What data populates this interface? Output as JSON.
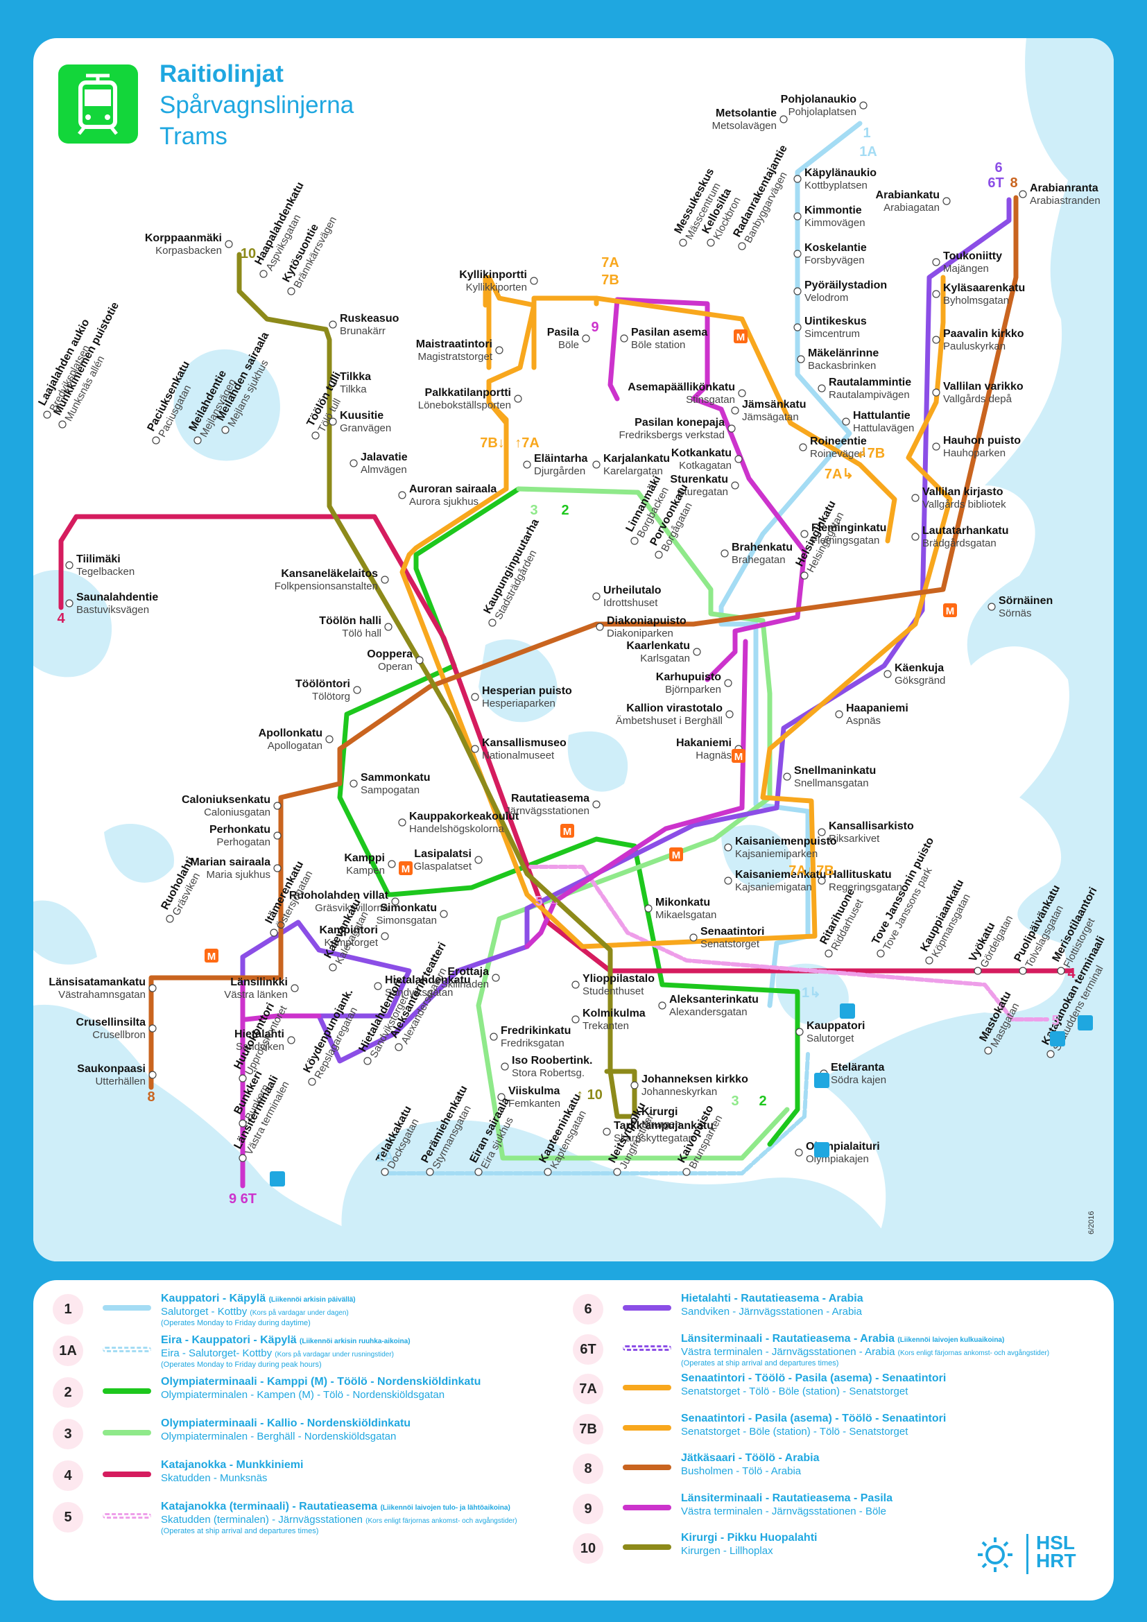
{
  "title": {
    "fi": "Raitiolinjat",
    "sv": "Spårvagnslinjerna",
    "en": "Trams"
  },
  "date": "6/2016",
  "colors": {
    "background": "#1fa7e0",
    "water": "#cfeef9",
    "line_1": "#a4dcf4",
    "line_2": "#1dc71d",
    "line_3": "#8fe98a",
    "line_4": "#d51c5e",
    "line_5": "#ee9ee9",
    "line_6": "#8b4ee6",
    "line_7": "#f8a71d",
    "line_8": "#c9641f",
    "line_9": "#cc33cc",
    "line_10": "#8d8a1a"
  },
  "icons": [
    "tram-icon",
    "metro-icon",
    "ferry-icon",
    "hsl-logo"
  ],
  "stops": [
    {
      "fi": "Pohjolanaukio",
      "sv": "Pohjolaplatsen"
    },
    {
      "fi": "Metsolantie",
      "sv": "Metsolavägen"
    },
    {
      "fi": "Käpylänaukio",
      "sv": "Kottbyplatsen"
    },
    {
      "fi": "Kimmontie",
      "sv": "Kimmovägen"
    },
    {
      "fi": "Koskelantie",
      "sv": "Forsbyvägen"
    },
    {
      "fi": "Pyöräilystadion",
      "sv": "Velodrom"
    },
    {
      "fi": "Uintikeskus",
      "sv": "Simcentrum"
    },
    {
      "fi": "Mäkelänrinne",
      "sv": "Backasbrinken"
    },
    {
      "fi": "Rautalammintie",
      "sv": "Rautalampivägen"
    },
    {
      "fi": "Hattulantie",
      "sv": "Hattulavägen"
    },
    {
      "fi": "Roineentie",
      "sv": "Roinevägen"
    },
    {
      "fi": "Arabiankatu",
      "sv": "Arabiagatan"
    },
    {
      "fi": "Arabianranta",
      "sv": "Arabiastranden"
    },
    {
      "fi": "Toukoniitty",
      "sv": "Majängen"
    },
    {
      "fi": "Kyläsaarenkatu",
      "sv": "Byholmsgatan"
    },
    {
      "fi": "Paavalin kirkko",
      "sv": "Pauluskyrkan"
    },
    {
      "fi": "Vallilan varikko",
      "sv": "Vallgårds depå"
    },
    {
      "fi": "Hauhon puisto",
      "sv": "Hauhoparken"
    },
    {
      "fi": "Vallilan kirjasto",
      "sv": "Vallgårds bibliotek"
    },
    {
      "fi": "Lautatarhankatu",
      "sv": "Brädgårdsgatan"
    },
    {
      "fi": "Sörnäinen",
      "sv": "Sörnäs"
    },
    {
      "fi": "Käenkuja",
      "sv": "Göksgränd"
    },
    {
      "fi": "Haapaniemi",
      "sv": "Aspnäs"
    },
    {
      "fi": "Messukeskus",
      "sv": "Mässcentrum"
    },
    {
      "fi": "Kellosilta",
      "sv": "Klockbron"
    },
    {
      "fi": "Radanrakentajantie",
      "sv": "Banbyggarvägen"
    },
    {
      "fi": "Pasila",
      "sv": "Böle"
    },
    {
      "fi": "Pasilan asema",
      "sv": "Böle station"
    },
    {
      "fi": "Asemapäällikönkatu",
      "sv": "Stinsgatan"
    },
    {
      "fi": "Kyllikinportti",
      "sv": "Kyllikkiporten"
    },
    {
      "fi": "Maistraatintori",
      "sv": "Magistratstorget"
    },
    {
      "fi": "Palkkatilanportti",
      "sv": "Lönebokställsporten"
    },
    {
      "fi": "Jämsänkatu",
      "sv": "Jämsägatan"
    },
    {
      "fi": "Pasilan konepaja",
      "sv": "Fredriksbergs verkstad"
    },
    {
      "fi": "Kotkankatu",
      "sv": "Kotkagatan"
    },
    {
      "fi": "Sturenkatu",
      "sv": "Sturegatan"
    },
    {
      "fi": "Fleminginkatu",
      "sv": "Flemingsgatan"
    },
    {
      "fi": "Brahenkatu",
      "sv": "Brahegatan"
    },
    {
      "fi": "Helsinginkatu",
      "sv": "Helsingegatan"
    },
    {
      "fi": "Eläintarha",
      "sv": "Djurgården"
    },
    {
      "fi": "Karjalankatu",
      "sv": "Karelargatan"
    },
    {
      "fi": "Linnanmäki",
      "sv": "Borgbacken"
    },
    {
      "fi": "Porvoonkatu",
      "sv": "Borgågatan"
    },
    {
      "fi": "Urheilutalo",
      "sv": "Idrottshuset"
    },
    {
      "fi": "Diakoniapuisto",
      "sv": "Diakoniparken"
    },
    {
      "fi": "Kaarlenkatu",
      "sv": "Karlsgatan"
    },
    {
      "fi": "Karhupuisto",
      "sv": "Björnparken"
    },
    {
      "fi": "Kallion virastotalo",
      "sv": "Ämbetshuset i Berghäll"
    },
    {
      "fi": "Hakaniemi",
      "sv": "Hagnäs"
    },
    {
      "fi": "Snellmaninkatu",
      "sv": "Snellmansgatan"
    },
    {
      "fi": "Kansallisarkisto",
      "sv": "Riksarkivet"
    },
    {
      "fi": "Hallituskatu",
      "sv": "Regeringsgatan"
    },
    {
      "fi": "Korppaanmäki",
      "sv": "Korpasbacken"
    },
    {
      "fi": "Haapalahdenkatu",
      "sv": "Aspviksgatan"
    },
    {
      "fi": "Kytösuontie",
      "sv": "Brännkärrsvägen"
    },
    {
      "fi": "Ruskeasuo",
      "sv": "Brunakärr"
    },
    {
      "fi": "Tilkka",
      "sv": "Tilkka"
    },
    {
      "fi": "Kuusitie",
      "sv": "Granvägen"
    },
    {
      "fi": "Jalavatie",
      "sv": "Almvägen"
    },
    {
      "fi": "Auroran sairaala",
      "sv": "Aurora sjukhus"
    },
    {
      "fi": "Munkkiniemen puistotie",
      "sv": "Munksnäs allén"
    },
    {
      "fi": "Paciuksenkatu",
      "sv": "Paciusgatan"
    },
    {
      "fi": "Meilahdentie",
      "sv": "Mejlansvägen"
    },
    {
      "fi": "Meilahden sairaala",
      "sv": "Mejlans sjukhus"
    },
    {
      "fi": "Töölön tulli",
      "sv": "Tölö tull"
    },
    {
      "fi": "Laajalahden aukio",
      "sv": "Bredviksplatsen"
    },
    {
      "fi": "Tiilimäki",
      "sv": "Tegelbacken"
    },
    {
      "fi": "Saunalahdentie",
      "sv": "Bastuviksvägen"
    },
    {
      "fi": "Kansaneläkelaitos",
      "sv": "Folkpensionsanstalten"
    },
    {
      "fi": "Töölön halli",
      "sv": "Tölö hall"
    },
    {
      "fi": "Kaupunginpuutarha",
      "sv": "Stadsträdgården"
    },
    {
      "fi": "Oopperа",
      "sv": "Operan"
    },
    {
      "fi": "Töölöntori",
      "sv": "Tölötorg"
    },
    {
      "fi": "Hesperian puisto",
      "sv": "Hesperiaparken"
    },
    {
      "fi": "Apollonkatu",
      "sv": "Apollogatan"
    },
    {
      "fi": "Kansallismuseo",
      "sv": "Nationalmuseet"
    },
    {
      "fi": "Sammonkatu",
      "sv": "Sampogatan"
    },
    {
      "fi": "Kauppakorkeakoulut",
      "sv": "Handelshögskolorna"
    },
    {
      "fi": "Caloniuksenkatu",
      "sv": "Caloniusgatan"
    },
    {
      "fi": "Perhonkatu",
      "sv": "Perhogatan"
    },
    {
      "fi": "Marian sairaala",
      "sv": "Maria sjukhus"
    },
    {
      "fi": "Kamppi",
      "sv": "Kampen"
    },
    {
      "fi": "Lasipalatsi",
      "sv": "Glaspalatset"
    },
    {
      "fi": "Rautatieasema",
      "sv": "Järnvägsstationen"
    },
    {
      "fi": "Kaisaniemenpuisto",
      "sv": "Kajsaniemiparken"
    },
    {
      "fi": "Kaisaniemenkatu",
      "sv": "Kajsaniemigatan"
    },
    {
      "fi": "Mikonkatu",
      "sv": "Mikaelsgatan"
    },
    {
      "fi": "Senaatintori",
      "sv": "Senatstorget"
    },
    {
      "fi": "Ruoholahden villat",
      "sv": "Gräsviksvillorna"
    },
    {
      "fi": "Simonkatu",
      "sv": "Simonsgatan"
    },
    {
      "fi": "Kampintori",
      "sv": "Kamptorget"
    },
    {
      "fi": "Ruoholahti",
      "sv": "Gräsviken"
    },
    {
      "fi": "Itämerenkatu",
      "sv": "Östersjögatan"
    },
    {
      "fi": "Länsisatamankatu",
      "sv": "Västrahamnsgatan"
    },
    {
      "fi": "Crusellinsilta",
      "sv": "Crusellbron"
    },
    {
      "fi": "Saukonpaasi",
      "sv": "Utterhällen"
    },
    {
      "fi": "Länsilinkki",
      "sv": "Västra länken"
    },
    {
      "fi": "Kalevankatu",
      "sv": "Kalevagatan"
    },
    {
      "fi": "Hietalahdenkatu",
      "sv": "Sandviksgatan"
    },
    {
      "fi": "Hietalahti",
      "sv": "Sandviken"
    },
    {
      "fi": "Erottaja",
      "sv": "Skillnaden"
    },
    {
      "fi": "Ylioppilastalo",
      "sv": "Studenthuset"
    },
    {
      "fi": "Aleksanterinkatu",
      "sv": "Alexandersgatan"
    },
    {
      "fi": "Kolmikulma",
      "sv": "Trekanten"
    },
    {
      "fi": "Fredrikinkatu",
      "sv": "Fredriksgatan"
    },
    {
      "fi": "Iso Roobertink.",
      "sv": "Stora Robertsg."
    },
    {
      "fi": "Johanneksen kirkko",
      "sv": "Johanneskyrkan"
    },
    {
      "fi": "Kirurgi",
      "sv": "Kirurgen"
    },
    {
      "fi": "Viiskulma",
      "sv": "Femkanten"
    },
    {
      "fi": "Tarkk'ampujankatu",
      "sv": "Skarpskyttegatan"
    },
    {
      "fi": "Kauppatori",
      "sv": "Salutorget"
    },
    {
      "fi": "Eteläranta",
      "sv": "Södra kajen"
    },
    {
      "fi": "Olympialaituri",
      "sv": "Olympiakajen"
    },
    {
      "fi": "Huutokonttori",
      "sv": "Uppropskontoret"
    },
    {
      "fi": "Bunkkeri",
      "sv": "Bunkern"
    },
    {
      "fi": "Länsiterminaali",
      "sv": "Västra terminalen"
    },
    {
      "fi": "Köydenpunojank.",
      "sv": "Repslagaregatan"
    },
    {
      "fi": "Hietalahdentori",
      "sv": "Sandvikstorget"
    },
    {
      "fi": "Aleksanterin teatteri",
      "sv": "Alexandersteatern"
    },
    {
      "fi": "Telakkakatu",
      "sv": "Docksgatan"
    },
    {
      "fi": "Perämiehenkatu",
      "sv": "Styrmansgatan"
    },
    {
      "fi": "Eiran sairaala",
      "sv": "Eira sjukhus"
    },
    {
      "fi": "Kapteeninkatu",
      "sv": "Kaptensgatan"
    },
    {
      "fi": "Neitsytpolku",
      "sv": "Jungfrustigen"
    },
    {
      "fi": "Kaivopuisto",
      "sv": "Brunsparken"
    },
    {
      "fi": "Ritarihuone",
      "sv": "Riddarhuset"
    },
    {
      "fi": "Tove Janssonin puisto",
      "sv": "Tove Janssons park"
    },
    {
      "fi": "Kauppiaankatu",
      "sv": "Köpmansgatan"
    },
    {
      "fi": "Vyökatu",
      "sv": "Gördelgatan"
    },
    {
      "fi": "Puolipäivänkatu",
      "sv": "Tolvslagsgatan"
    },
    {
      "fi": "Merisotilaantori",
      "sv": "Flottistorget"
    },
    {
      "fi": "Mastokatu",
      "sv": "Mastgatan"
    },
    {
      "fi": "Katajanokan terminaali",
      "sv": "Skatuddens terminal"
    }
  ],
  "map_labels": {
    "l1": "1",
    "l1A": "1A",
    "l6": "6",
    "l6T": "6T",
    "l8": "8",
    "l10": "10",
    "l4": "4",
    "l5": "5",
    "l9": "9",
    "l7A": "7A",
    "l7B": "7B",
    "arrow7B": "7B↓",
    "arrow7A": "↑7A",
    "arrow7B2": "↲7B",
    "arrow7A2": "7A↳",
    "arrow7A3": "7A↓",
    "arrow7B3": "↑7B",
    "arrow1": "1↳",
    "arrow10": "↑\n10",
    "arrow5": "5 →",
    "b3": "3",
    "b2": "2",
    "b3b": "3",
    "b2b": "2",
    "l8b": "8",
    "l4b": "4",
    "l96T": "9 6T",
    "l1Ab": "1A"
  },
  "legend": [
    {
      "num": "1",
      "color": "#a4dcf4",
      "dashed": false,
      "route": "Kauppatori - Käpylä",
      "note": "(Liikennöi arkisin päivällä)",
      "route_sv": "Salutorget - Kottby",
      "note_sv": "(Kors på vardagar under dagen)",
      "note_en": "(Operates Monday to Friday during daytime)"
    },
    {
      "num": "1A",
      "color": "#a4dcf4",
      "dashed": true,
      "route": "Eira - Kauppatori - Käpylä",
      "note": "(Liikennöi arkisin ruuhka-aikoina)",
      "route_sv": "Eira - Salutorget- Kottby",
      "note_sv": "(Kors på vardagar under rusningstider)",
      "note_en": "(Operates Monday to Friday during peak hours)"
    },
    {
      "num": "2",
      "color": "#1dc71d",
      "dashed": false,
      "route": "Olympiaterminaali - Kamppi (M) - Töölö - Nordenskiöldinkatu",
      "note": "",
      "route_sv": "Olympiaterminalen - Kampen (M) - Tölö - Nordenskiöldsgatan",
      "note_sv": "",
      "note_en": ""
    },
    {
      "num": "3",
      "color": "#8fe98a",
      "dashed": false,
      "route": "Olympiaterminaali - Kallio - Nordenskiöldinkatu",
      "note": "",
      "route_sv": "Olympiaterminalen - Berghäll - Nordenskiöldsgatan",
      "note_sv": "",
      "note_en": ""
    },
    {
      "num": "4",
      "color": "#d51c5e",
      "dashed": false,
      "route": "Katajanokka - Munkkiniemi",
      "note": "",
      "route_sv": "Skatudden - Munksnäs",
      "note_sv": "",
      "note_en": ""
    },
    {
      "num": "5",
      "color": "#ee9ee9",
      "dashed": true,
      "route": "Katajanokka (terminaali) - Rautatieasema",
      "note": "(Liikennöi laivojen tulo- ja lähtöaikoina)",
      "route_sv": "Skatudden (terminalen) - Järnvägsstationen",
      "note_sv": "(Kors enligt färjornas ankomst- och avgångstider)",
      "note_en": "(Operates at ship arrival and departures times)"
    },
    {
      "num": "6",
      "color": "#8b4ee6",
      "dashed": false,
      "route": "Hietalahti - Rautatieasema - Arabia",
      "note": "",
      "route_sv": "Sandviken - Järnvägsstationen - Arabia",
      "note_sv": "",
      "note_en": ""
    },
    {
      "num": "6T",
      "color": "#8b4ee6",
      "dashed": true,
      "route": "Länsiterminaali  - Rautatieasema - Arabia",
      "note": "(Liikennöi laivojen kulkuaikoina)",
      "route_sv": "Västra terminalen - Järnvägsstationen - Arabia",
      "note_sv": "(Kors enligt färjornas ankomst- och avgångstider)",
      "note_en": "(Operates at ship arrival and departures times)"
    },
    {
      "num": "7A",
      "color": "#f8a71d",
      "dashed": false,
      "route": "Senaatintori - Töölö - Pasila (asema) - Senaatintori",
      "note": "",
      "route_sv": "Senatstorget - Tölö - Böle (station) - Senatstorget",
      "note_sv": "",
      "note_en": ""
    },
    {
      "num": "7B",
      "color": "#f8a71d",
      "dashed": false,
      "route": "Senaatintori  - Pasila (asema) - Töölö - Senaatintori",
      "note": "",
      "route_sv": "Senatstorget - Böle (station) - Tölö - Senatstorget",
      "note_sv": "",
      "note_en": ""
    },
    {
      "num": "8",
      "color": "#c9641f",
      "dashed": false,
      "route": "Jätkäsaari - Töölö - Arabia",
      "note": "",
      "route_sv": "Busholmen - Tölö - Arabia",
      "note_sv": "",
      "note_en": ""
    },
    {
      "num": "9",
      "color": "#cc33cc",
      "dashed": false,
      "route": "Länsiterminaali - Rautatieasema - Pasila",
      "note": "",
      "route_sv": "Västra terminalen - Järnvägsstationen - Böle",
      "note_sv": "",
      "note_en": ""
    },
    {
      "num": "10",
      "color": "#8d8a1a",
      "dashed": false,
      "route": "Kirurgi - Pikku Huopalahti",
      "note": "",
      "route_sv": "Kirurgen - Lillhoplax",
      "note_sv": "",
      "note_en": ""
    }
  ],
  "logo": {
    "line1": "HSL",
    "line2": "HRT"
  }
}
